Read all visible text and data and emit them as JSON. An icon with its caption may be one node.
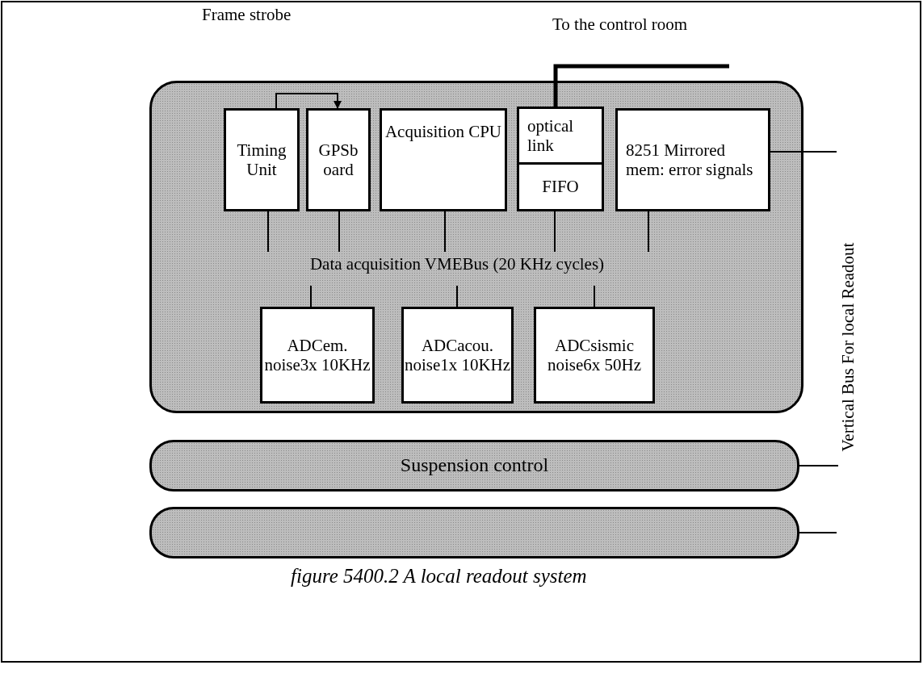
{
  "diagram": {
    "caption": "figure 5400.2 A local readout system",
    "nodes": [
      {
        "text": [],
        "shape": "box"
      },
      {
        "text": [
          "Timing Unit"
        ],
        "in": 0
      },
      {
        "text": [
          "GPSb oard"
        ],
        "in": 0
      },
      {
        "text": [
          "Acquisition CPU"
        ],
        "in": 0
      },
      {
        "text": [
          "optical link"
        ],
        "in": 0
      },
      {
        "text": [
          "FIFO"
        ],
        "in": 0
      },
      {
        "text": [
          "8251 Mirrored mem: error signals"
        ],
        "in": 0
      },
      {
        "text": [
          "Data acquisition VMEBus (20 KHz cycles)"
        ],
        "in": 0
      },
      {
        "text": [
          "ADCem. noise3x 10KHz"
        ],
        "in": 0
      },
      {
        "text": [
          "ADCacou. noise1x 10KHz"
        ],
        "in": 0
      },
      {
        "text": [
          "ADCsismic noise6x 50Hz"
        ],
        "in": 0
      },
      {
        "text": [
          "Suspension control"
        ]
      },
      {
        "text": [],
        "shape": "box"
      },
      {
        "text": [
          "Vertical Bus For local Readout"
        ]
      }
    ],
    "edges": [
      {
        "from": 1,
        "to": 2,
        "arrow": "to"
      },
      {
        "from": 4,
        "to": null,
        "arrow": "none",
        "style": "thick"
      },
      {
        "from": 1,
        "to": 7,
        "arrow": "none"
      },
      {
        "from": 2,
        "to": 7,
        "arrow": "none"
      },
      {
        "from": 3,
        "to": 7,
        "arrow": "none"
      },
      {
        "from": 5,
        "to": 7,
        "arrow": "none"
      },
      {
        "from": 6,
        "to": 7,
        "arrow": "none"
      },
      {
        "from": 7,
        "to": 8,
        "arrow": "none"
      },
      {
        "from": 7,
        "to": 9,
        "arrow": "none"
      },
      {
        "from": 7,
        "to": 10,
        "arrow": "none"
      },
      {
        "from": 6,
        "to": null,
        "arrow": "none"
      },
      {
        "from": 11,
        "to": 13,
        "arrow": "none"
      },
      {
        "from": 12,
        "to": null,
        "arrow": "none"
      }
    ],
    "labels": [
      "Frame strobe",
      "To the control room"
    ]
  }
}
